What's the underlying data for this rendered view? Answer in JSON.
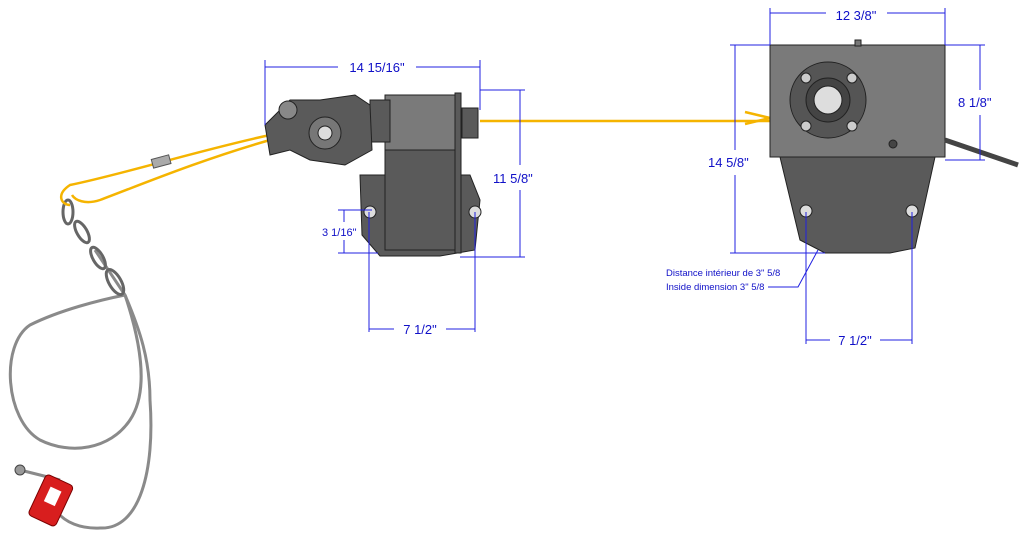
{
  "dimensions": {
    "left_width": "14 15/16\"",
    "left_height": "11 5/8\"",
    "left_hole_height": "3 1/16\"",
    "left_hole_spacing": "7 1/2\"",
    "right_width": "12 3/8\"",
    "right_box_height": "8 1/8\"",
    "right_height": "14 5/8\"",
    "right_hole_spacing": "7 1/2\""
  },
  "note": {
    "line_fr": "Distance intérieur de 3\" 5/8",
    "line_en": "Inside dimension 3\" 5/8"
  },
  "colors": {
    "dimension": "#1010c8",
    "cable": "#f5b400",
    "handle": "#d81e1e",
    "body": "#5a5a5a"
  }
}
